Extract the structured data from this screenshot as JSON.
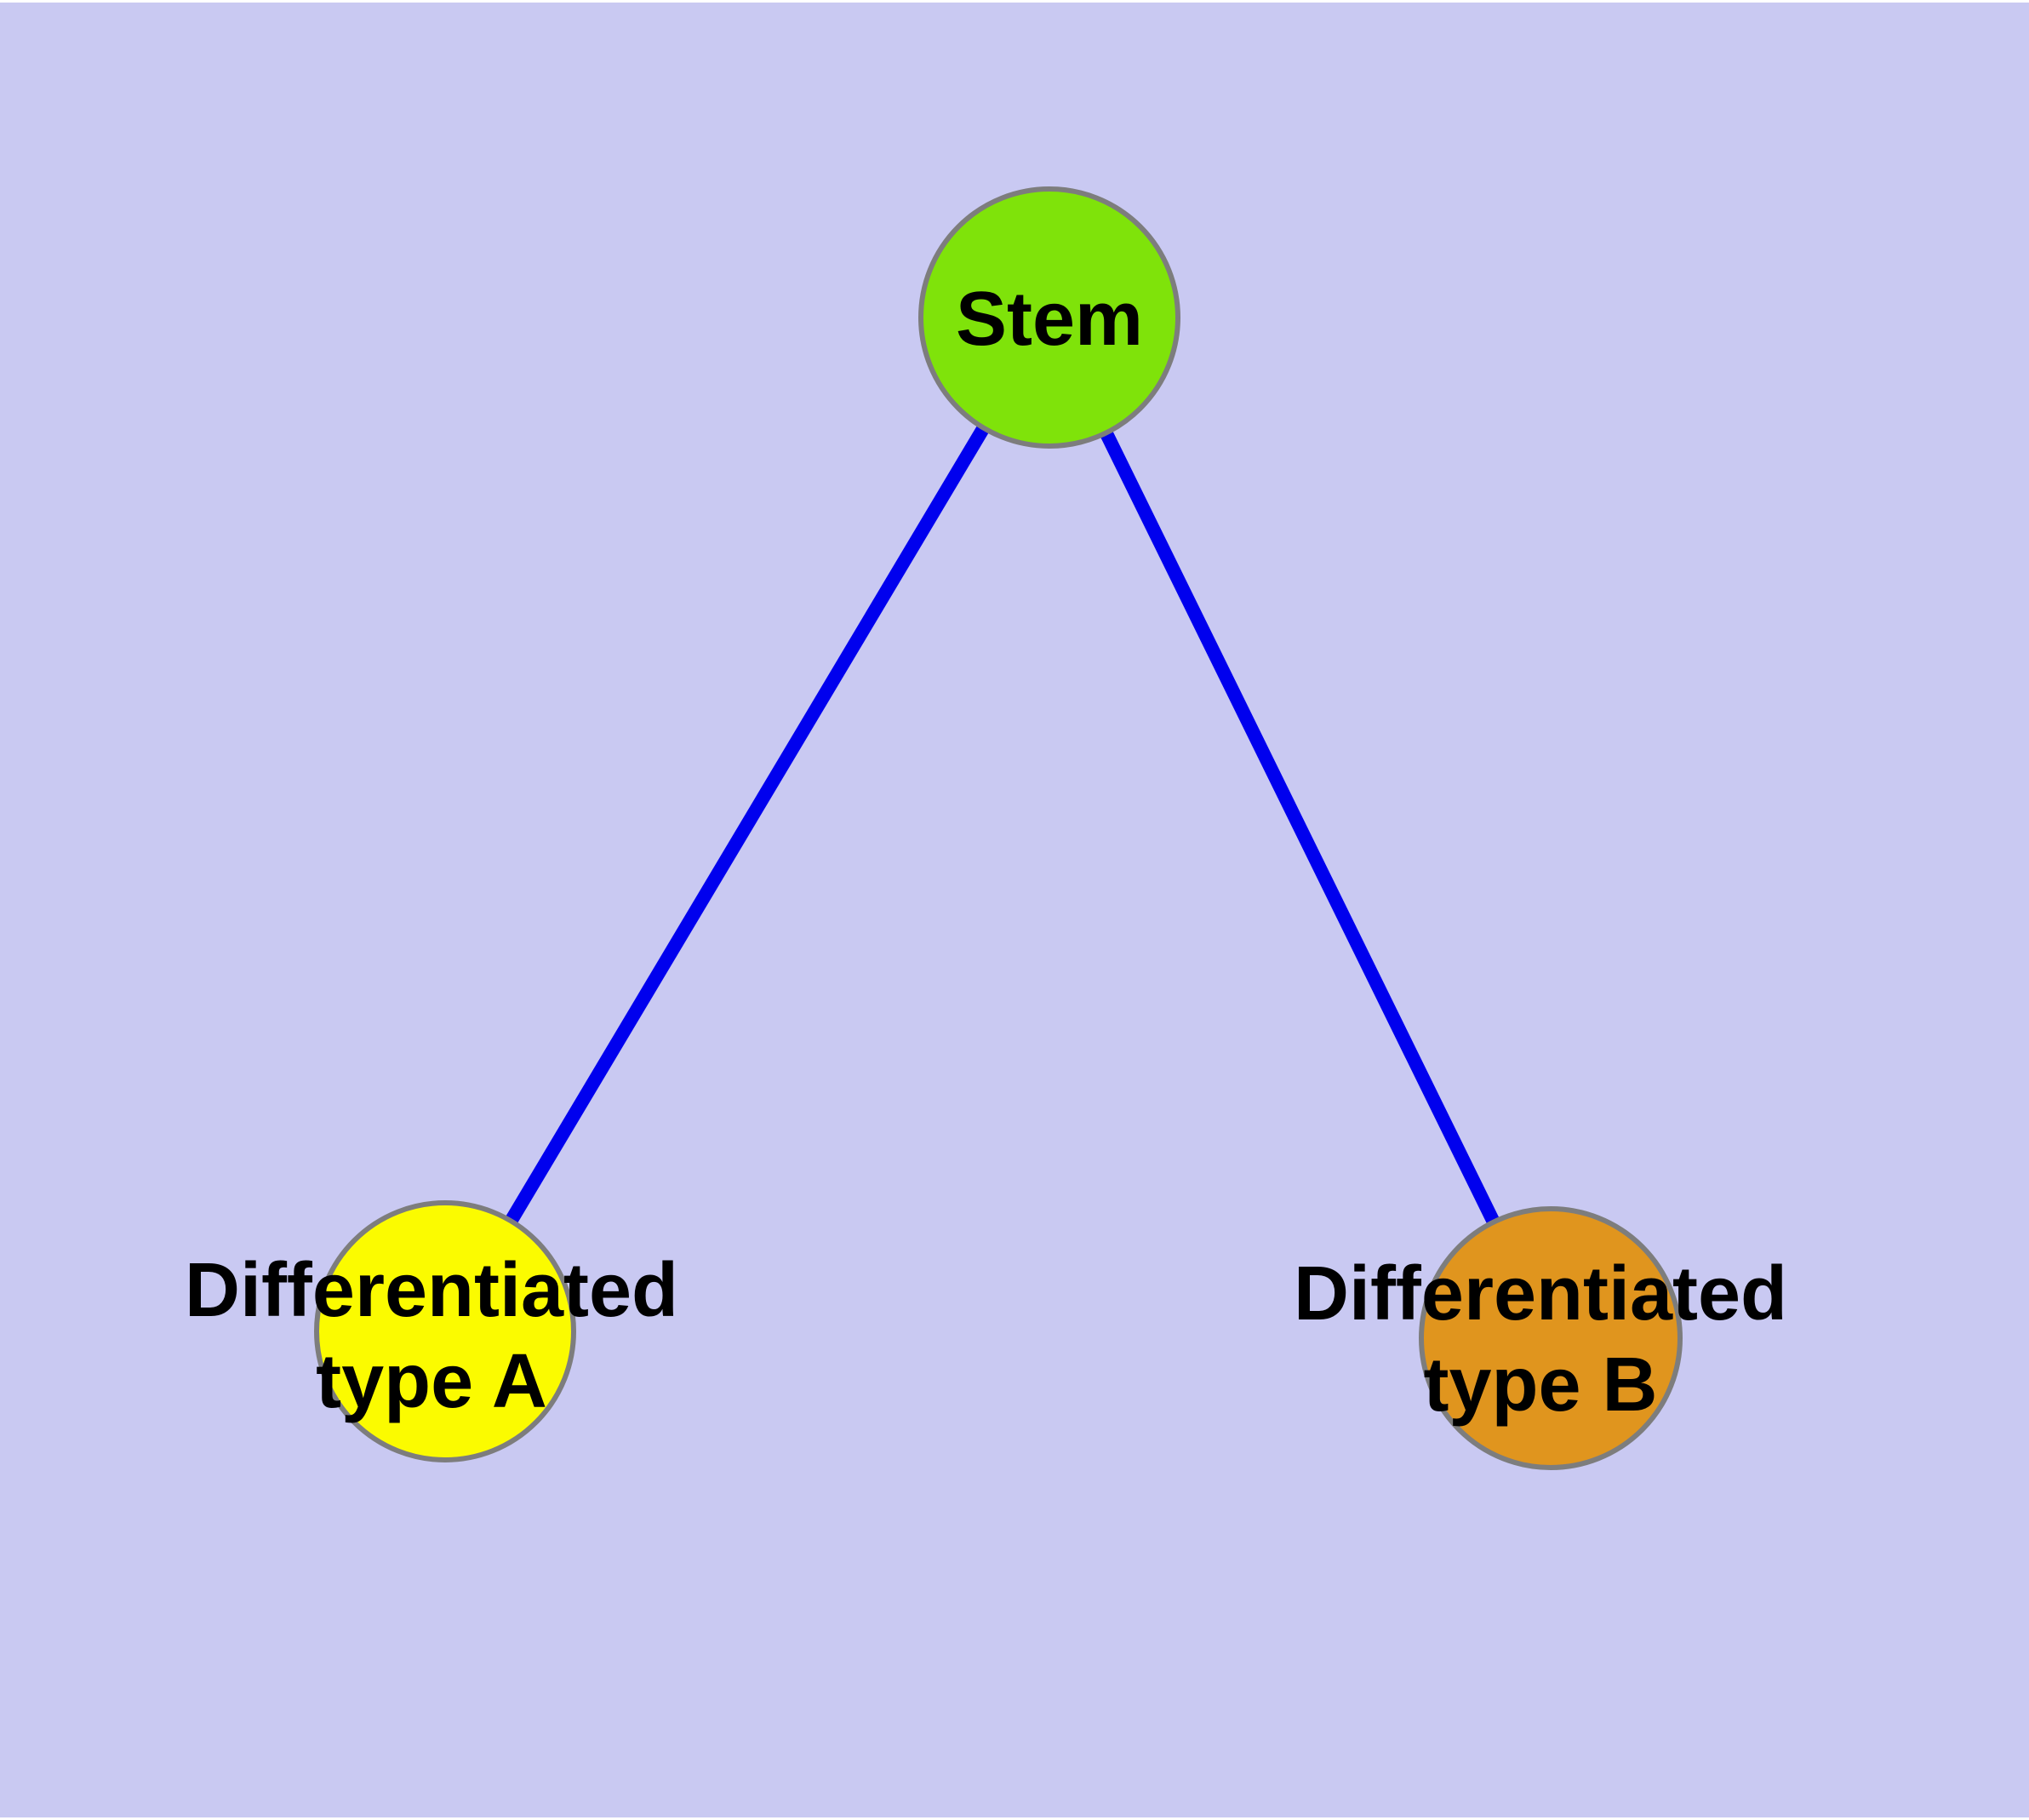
{
  "theme": {
    "bg-color": "#C9C9F2",
    "page-border-color": "#FFFFFF",
    "edge-color": "#0000EE",
    "node-border-color": "#7D7D7D",
    "text-color": "#000000"
  },
  "diagram": {
    "nodes": [
      {
        "id": "stem",
        "label_lines": [
          "Stem"
        ],
        "color": "#7FE30A"
      },
      {
        "id": "type-a",
        "label_lines": [
          "Differentiated",
          "type A"
        ],
        "color": "#FBFB00"
      },
      {
        "id": "type-b",
        "label_lines": [
          "Differentiated",
          "type B"
        ],
        "color": "#E0951E"
      }
    ],
    "edges": [
      {
        "from": "stem",
        "to": "type-a"
      },
      {
        "from": "stem",
        "to": "type-b"
      }
    ]
  }
}
